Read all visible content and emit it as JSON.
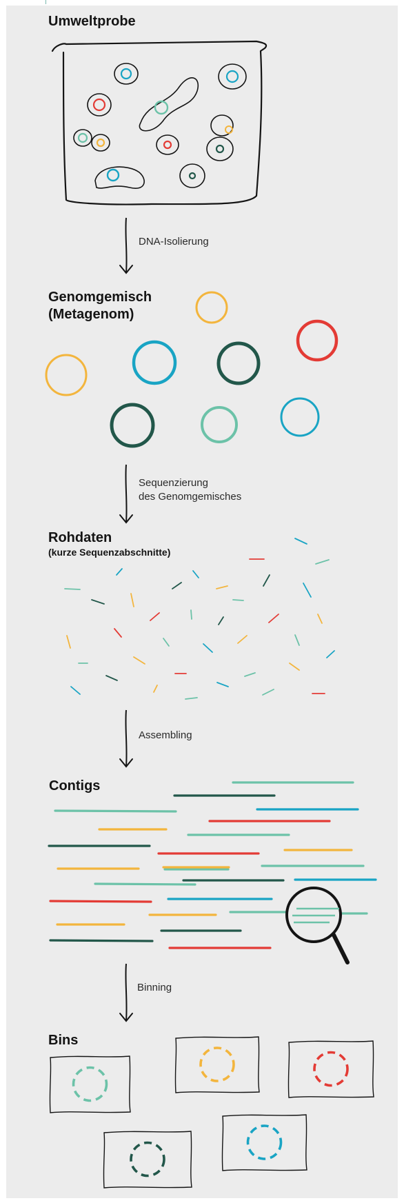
{
  "colors": {
    "teal": "#6cc2a8",
    "blue": "#19a4c4",
    "dark_green": "#22574a",
    "orange": "#f3b53d",
    "red": "#e33b35",
    "background": "#ececec",
    "ink": "#141414"
  },
  "sections": {
    "sample": {
      "title": "Umweltprobe"
    },
    "metagenome": {
      "title_line1": "Genomgemisch",
      "title_line2": "(Metagenom)"
    },
    "rawdata": {
      "title": "Rohdaten",
      "subtitle": "(kurze Sequenzabschnitte)"
    },
    "contigs": {
      "title": "Contigs"
    },
    "bins": {
      "title": "Bins"
    }
  },
  "steps": {
    "isolation": "DNA-Isolierung",
    "sequencing_line1": "Sequenzierung",
    "sequencing_line2": "des Genomgemisches",
    "assembling": "Assembling",
    "binning": "Binning"
  },
  "icons": [
    "beaker-icon",
    "down-arrow-icon",
    "magnifier-icon",
    "dashed-genome-icon"
  ]
}
